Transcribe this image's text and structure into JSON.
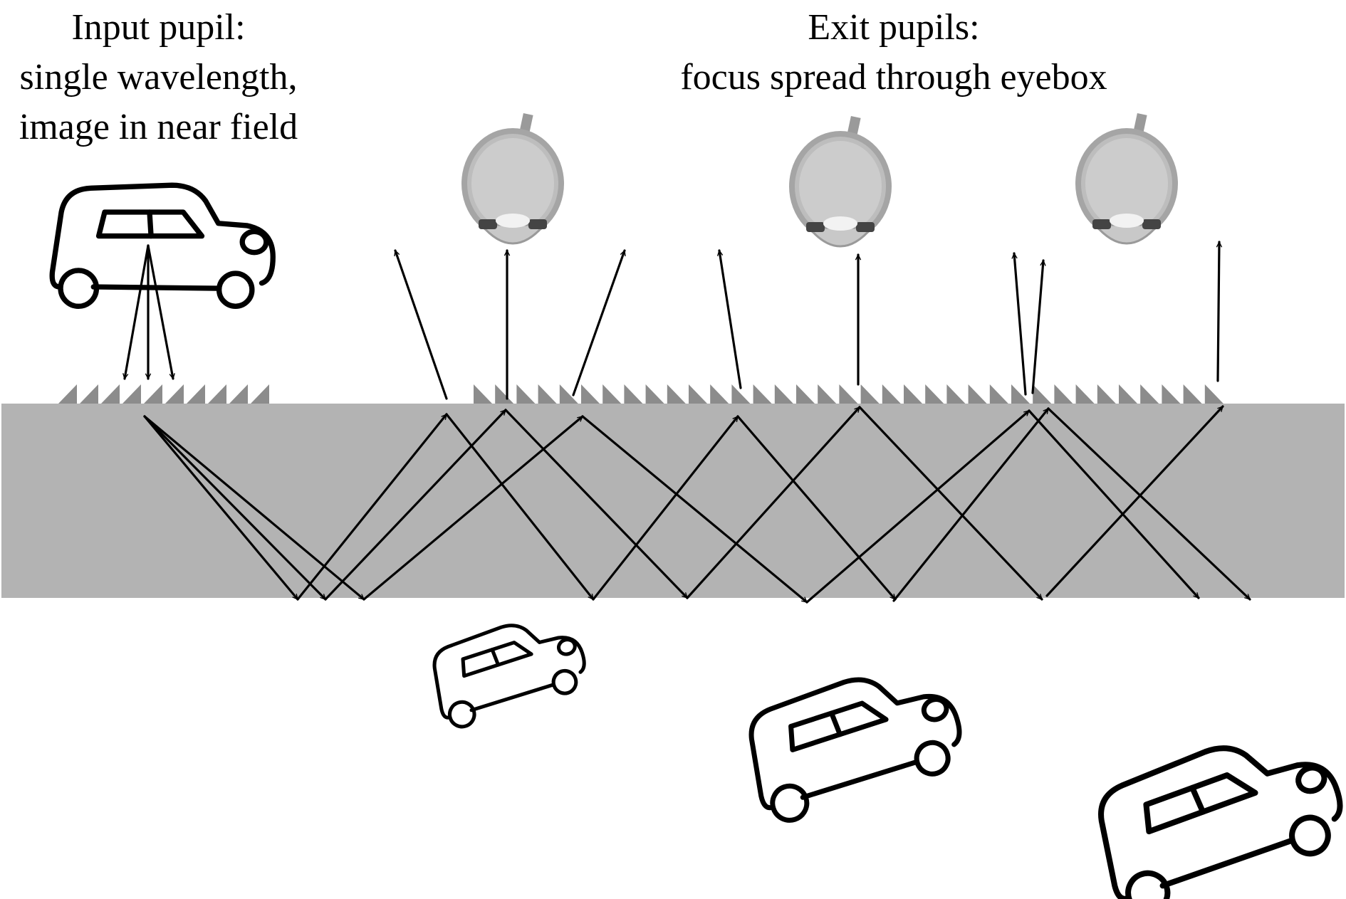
{
  "labels": {
    "input_pupil": {
      "title": "Input pupil:",
      "line1": "single wavelength,",
      "line2": "image in near field"
    },
    "exit_pupils": {
      "title": "Exit pupils:",
      "line1": "focus spread through eyebox"
    }
  },
  "colors": {
    "waveguide": "#b3b3b3",
    "grating": "#8c8c8c",
    "eye_fill": "#cccccc",
    "eye_outline": "#8a8a8a",
    "ray": "#000000"
  },
  "elements": {
    "input_object": "car",
    "waveguide": "slab waveguide with total internal reflection",
    "input_coupler": "sawtooth grating",
    "output_coupler": "sawtooth grating",
    "eyes": 3,
    "virtual_images": 3
  }
}
